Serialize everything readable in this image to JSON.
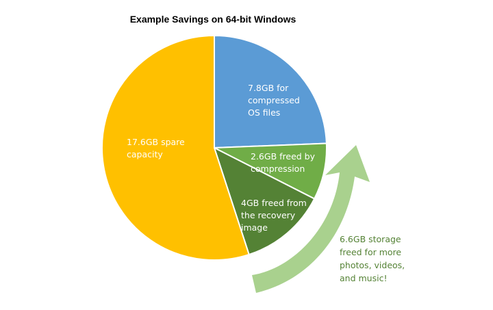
{
  "chart_data": {
    "type": "pie",
    "title": "Example Savings on 64-bit Windows",
    "categories": [
      "7.8GB for compressed OS files",
      "2.6GB freed by compression",
      "4GB freed from the recovery image",
      "17.6GB spare capacity"
    ],
    "values": [
      7.8,
      2.6,
      4,
      17.6
    ],
    "units": "GB",
    "colors": [
      "#5b9bd5",
      "#70ad47",
      "#548235",
      "#ffc000"
    ],
    "slice_labels": [
      [
        "7.8GB for",
        "compressed",
        "OS files"
      ],
      [
        "2.6GB freed by",
        "compression"
      ],
      [
        "4GB freed from",
        "the recovery",
        "image"
      ],
      [
        "17.6GB spare",
        "capacity"
      ]
    ],
    "legend": "none",
    "grid": false
  },
  "annotation": {
    "lines": [
      "6.6GB storage",
      "freed for more",
      "photos, videos,",
      "and music!"
    ],
    "arrow_color": "#a9d18e",
    "text_color": "#548235",
    "arrow_icon": "curved-arrow-icon"
  }
}
